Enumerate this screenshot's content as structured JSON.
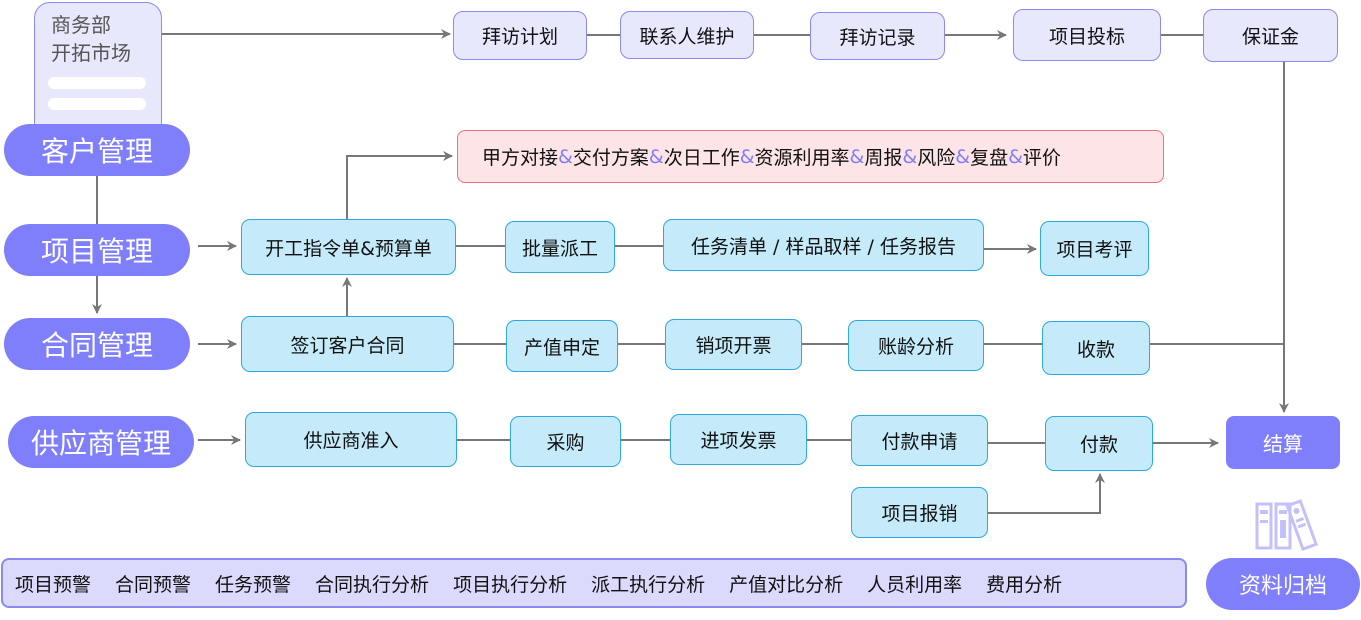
{
  "colors": {
    "accent": "#7f7ffc",
    "node_blue_fill": "#c5ebfb",
    "node_blue_border": "#2fa7e0",
    "node_lavender_fill": "#e8e8fd",
    "node_pink_fill": "#fde4e6",
    "node_pink_border": "#ef6f7b",
    "connector": "#777777"
  },
  "categories": {
    "customer": "客户管理",
    "project": "项目管理",
    "contract": "合同管理",
    "supplier": "供应商管理"
  },
  "market_card": {
    "title": "商务部\n开拓市场"
  },
  "customer_flow": [
    "拜访计划",
    "联系人维护",
    "拜访记录",
    "项目投标",
    "保证金"
  ],
  "project_note": {
    "parts": [
      "甲方对接",
      "交付方案",
      "次日工作",
      "资源利用率",
      "周报",
      "风险",
      "复盘",
      "评价"
    ],
    "separator": "&"
  },
  "project_flow": [
    "开工指令单&预算单",
    "批量派工",
    "任务清单 / 样品取样 / 任务报告",
    "项目考评"
  ],
  "contract_flow": [
    "签订客户合同",
    "产值申定",
    "销项开票",
    "账龄分析",
    "收款"
  ],
  "supplier_flow": [
    "供应商准入",
    "采购",
    "进项发票",
    "付款申请",
    "付款"
  ],
  "reimbursement": "项目报销",
  "settlement": "结算",
  "archive": {
    "label": "资料归档",
    "icon": "binders-icon"
  },
  "analytics_bar": [
    "项目预警",
    "合同预警",
    "任务预警",
    "合同执行分析",
    "项目执行分析",
    "派工执行分析",
    "产值对比分析",
    "人员利用率",
    "费用分析"
  ]
}
